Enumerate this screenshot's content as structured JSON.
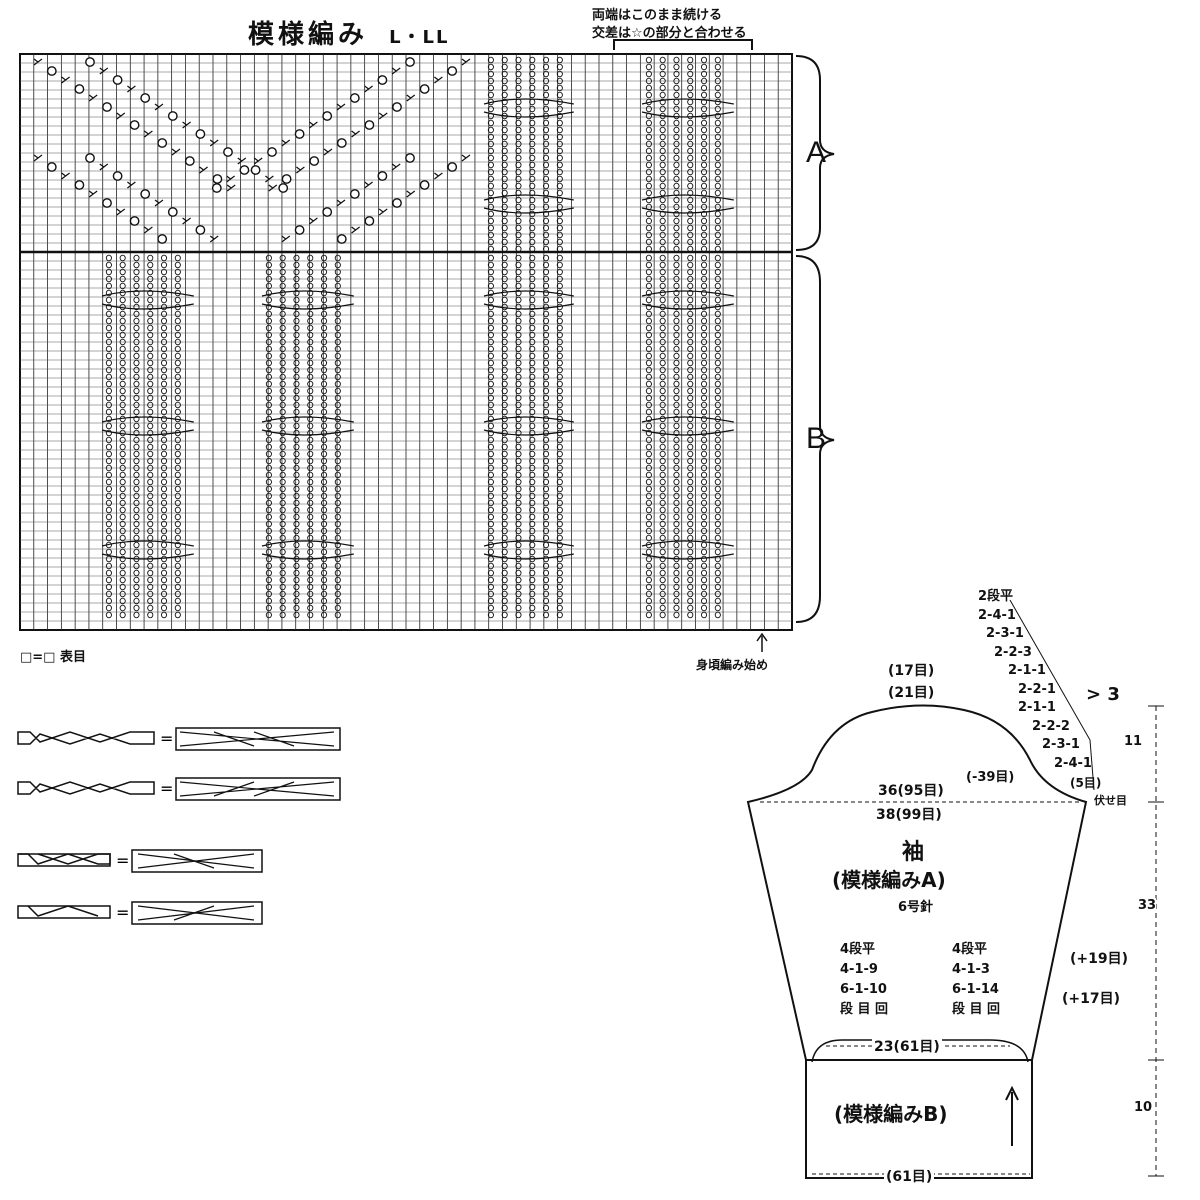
{
  "chart": {
    "title": "模様編み",
    "size_label": "L・LL",
    "note_line1": "両端はこのまま続ける",
    "note_line2": "交差は☆の部分と合わせる",
    "section_a": "A",
    "section_b": "B",
    "legend": "□=□ 表目",
    "start_label": "身頃編み始め"
  },
  "sleeve": {
    "cap_steps": [
      "2段平",
      "2-4-1",
      "2-3-1",
      "2-2-3",
      "2-1-1",
      "2-2-1",
      "2-1-1",
      "2-2-2",
      "2-3-1",
      "2-4-1"
    ],
    "cap_bracket": "> 3",
    "top_17": "(17目)",
    "top_21": "(21目)",
    "width_36": "36(95目)",
    "width_38": "38(99目)",
    "minus_39": "(-39目)",
    "bind_5": "(5目)",
    "bind_label": "伏せ目",
    "cap_height": "11",
    "name": "袖",
    "pattern_a": "(模様編みA)",
    "needle": "6号針",
    "inc_left": [
      "4段平",
      "4-1-9",
      "6-1-10",
      "段 目 回"
    ],
    "inc_right": [
      "4段平",
      "4-1-3",
      "6-1-14",
      "段 目 回"
    ],
    "plus_19": "(+19目)",
    "plus_17": "(+17目)",
    "body_height": "33",
    "width_23": "23(61目)",
    "pattern_b": "(模様編みB)",
    "cuff_height": "10",
    "bottom_61": "(61目)"
  }
}
